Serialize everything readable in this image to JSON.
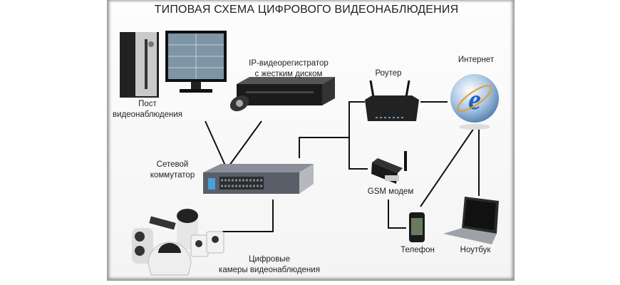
{
  "title": "ТИПОВАЯ СХЕМА ЦИФРОВОГО ВИДЕОНАБЛЮДЕНИЯ",
  "nodes": {
    "post": [
      "Пост",
      "видеонаблюдения"
    ],
    "dvr": [
      "IP-видеорегистратор",
      "с жестким диском"
    ],
    "router": "Роутер",
    "internet": "Интернет",
    "switch": [
      "Сетевой",
      "коммутатор"
    ],
    "gsm": "GSM модем",
    "phone": "Телефон",
    "laptop": "Ноутбук",
    "cameras": [
      "Цифровые",
      "камеры видеонаблюдения"
    ]
  }
}
